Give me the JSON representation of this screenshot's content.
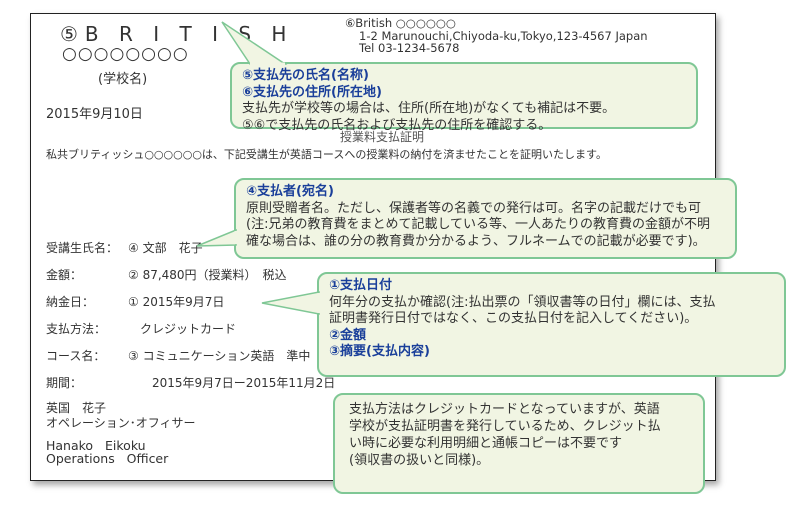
{
  "document": {
    "school_name_en": "⑤B R I T I S H",
    "school_name_placeholder": "○○○○○○○○",
    "school_name_label": "(学校名)",
    "issue_date": "2015年9月10日",
    "payee_address": {
      "name": "⑥British ○○○○○○",
      "street": "1-2 Marunouchi,Chiyoda-ku,Tokyo,123-4567 Japan",
      "tel": "Tel 03-1234-5678"
    },
    "title_partial": "授業料支払証明",
    "statement": "私共ブリティッシュ○○○○○○は、下記受講生が英語コースへの授業料の納付を済ませたことを証明いたします。",
    "fields": [
      {
        "label": "受講生氏名：",
        "value": "④ 文部　花子"
      },
      {
        "label": "金額：",
        "value": "② 87,480円（授業料）　税込"
      },
      {
        "label": "納金日：",
        "value": "① 2015年9月7日"
      },
      {
        "label": "支払方法：",
        "value": "　クレジットカード"
      },
      {
        "label": "コース名：",
        "value": "③ コミュニケーション英語　準中"
      },
      {
        "label": "期間：",
        "value": "　　2015年9月7日ー2015年11月2日"
      }
    ],
    "signature": {
      "name_ja": "英国　花子",
      "title_ja": "オペレーション･オフィサー",
      "name_en": "Hanako   Eikoku",
      "title_en": "Operations   Officer"
    }
  },
  "callouts": {
    "payee": {
      "heading1": "⑤支払先の氏名(名称)",
      "heading2": "⑥支払先の住所(所在地)",
      "line1": "支払先が学校等の場合は、住所(所在地)がなくても補記は不要。",
      "line2": "⑤⑥で支払先の氏名および支払先の住所を確認する。"
    },
    "payer": {
      "heading": "④支払者(宛名)",
      "line1": "原則受贈者名。ただし、保護者等の名義での発行は可。名字の記載だけでも可",
      "line2": "(注:兄弟の教育費をまとめて記載している等、一人あたりの教育費の金額が不明",
      "line3": "確な場合は、誰の分の教育費か分かるよう、フルネームでの記載が必要です)。"
    },
    "payment": {
      "heading1": "①支払日付",
      "line1": "何年分の支払か確認(注:払出票の「領収書等の日付」欄には、支払",
      "line2": "証明書発行日付ではなく、この支払日付を記入してください)。",
      "heading2": "②金額",
      "heading3": "③摘要(支払内容)"
    },
    "method_note": {
      "line1": "支払方法はクレジットカードとなっていますが、英語",
      "line2": "学校が支払証明書を発行しているため、クレジット払",
      "line3": "い時に必要な利用明細と通帳コピーは不要です",
      "line4": "(領収書の扱いと同様)。"
    }
  },
  "colors": {
    "callout_fill": "#f1f5e3",
    "callout_border": "#7fc795",
    "callout_heading": "#1a3f9a",
    "document_border": "#222222"
  }
}
